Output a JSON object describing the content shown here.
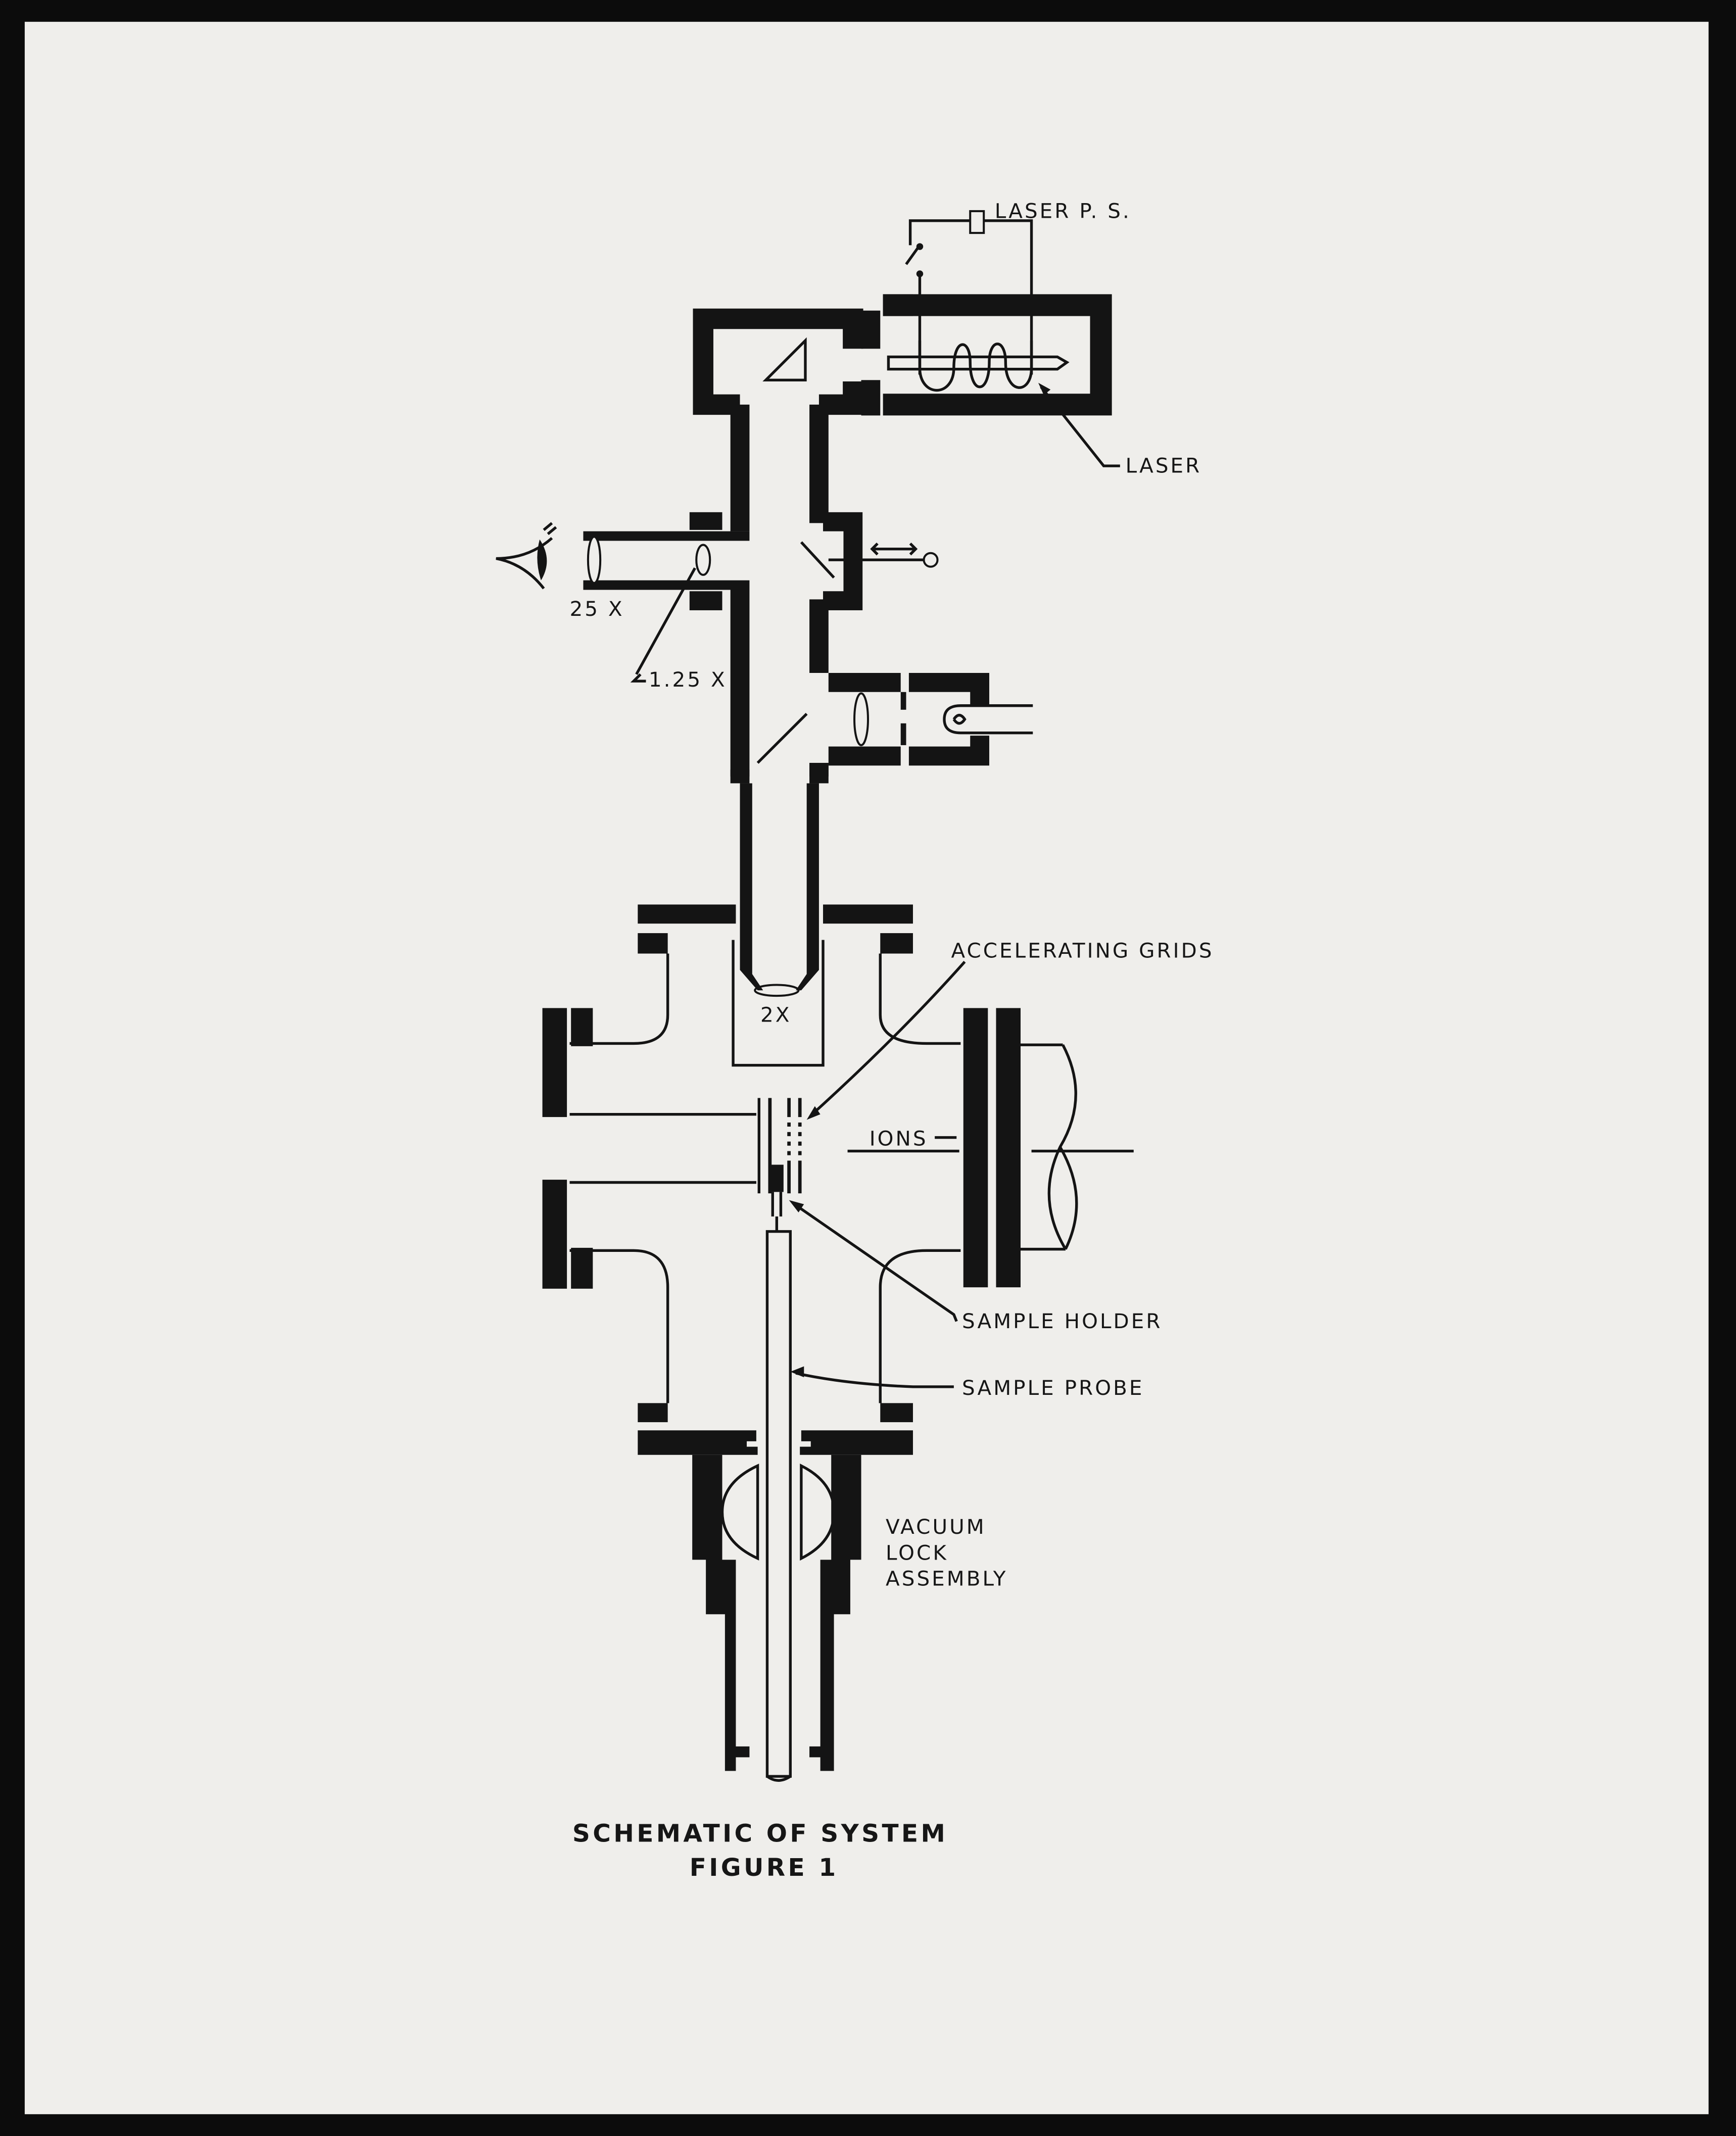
{
  "labels": {
    "laser_ps": "LASER P. S.",
    "laser": "LASER",
    "eyepiece_mag": "25 X",
    "objective_mag": "1.25 X",
    "lens_mag": "2X",
    "accelerating_grids": "ACCELERATING GRIDS",
    "ions": "IONS",
    "sample_holder": "SAMPLE HOLDER",
    "sample_probe": "SAMPLE PROBE",
    "vacuum_lock": [
      "VACUUM",
      "LOCK",
      "ASSEMBLY"
    ]
  },
  "caption": {
    "line1": "SCHEMATIC OF SYSTEM",
    "line2": "FIGURE 1"
  },
  "colors": {
    "paper": "#efeeeb",
    "ink": "#141414",
    "border": "#0c0c0c"
  }
}
